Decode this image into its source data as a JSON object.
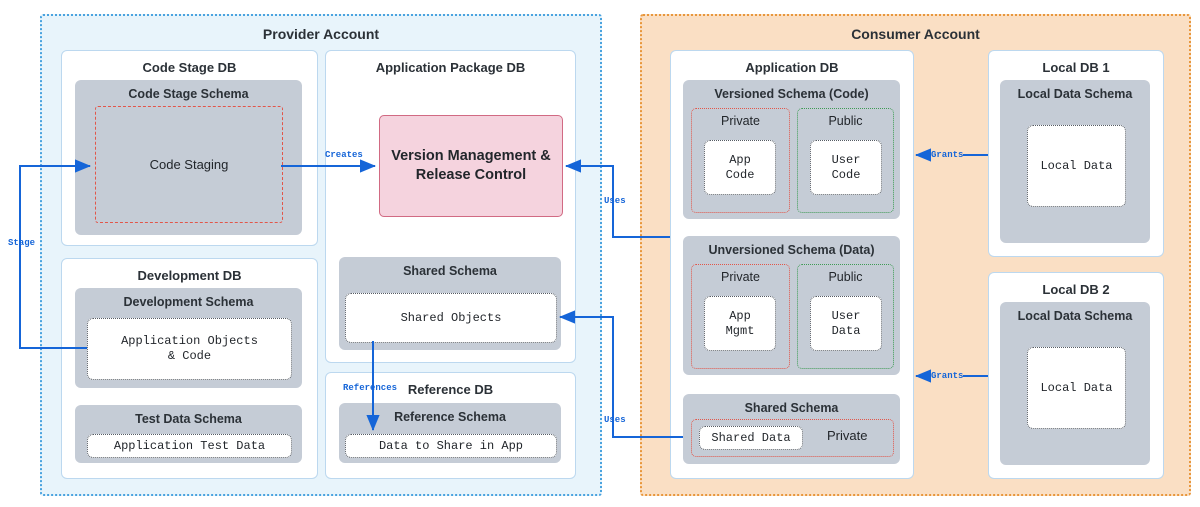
{
  "accounts": {
    "provider": {
      "title": "Provider Account"
    },
    "consumer": {
      "title": "Consumer Account"
    }
  },
  "provider": {
    "code_stage_db": {
      "title": "Code Stage DB",
      "schema": {
        "title": "Code Stage Schema",
        "object": "Code Staging"
      }
    },
    "development_db": {
      "title": "Development DB",
      "dev_schema": {
        "title": "Development Schema",
        "object": "Application Objects\n& Code"
      },
      "test_schema": {
        "title": "Test Data Schema",
        "object": "Application Test Data"
      }
    },
    "app_package_db": {
      "title": "Application Package DB",
      "version_box": "Version Management &\nRelease Control",
      "shared_schema": {
        "title": "Shared Schema",
        "object": "Shared Objects"
      }
    },
    "reference_db": {
      "title": "Reference DB",
      "schema": {
        "title": "Reference Schema",
        "object": "Data to Share in App"
      }
    }
  },
  "consumer": {
    "application_db": {
      "title": "Application DB",
      "versioned_schema": {
        "title": "Versioned Schema (Code)",
        "private": {
          "label": "Private",
          "object": "App\nCode"
        },
        "public": {
          "label": "Public",
          "object": "User\nCode"
        }
      },
      "unversioned_schema": {
        "title": "Unversioned Schema (Data)",
        "private": {
          "label": "Private",
          "object": "App\nMgmt"
        },
        "public": {
          "label": "Public",
          "object": "User\nData"
        }
      },
      "shared_schema": {
        "title": "Shared Schema",
        "object": "Shared Data",
        "private_tag": "Private"
      }
    },
    "local_db_1": {
      "title": "Local DB 1",
      "schema": {
        "title": "Local Data Schema",
        "object": "Local Data"
      }
    },
    "local_db_2": {
      "title": "Local DB 2",
      "schema": {
        "title": "Local Data Schema",
        "object": "Local Data"
      }
    }
  },
  "arrows": {
    "stage": "Stage",
    "creates": "Creates",
    "uses_top": "Uses",
    "uses_bottom": "Uses",
    "references": "References",
    "grants_top": "Grants",
    "grants_bottom": "Grants"
  },
  "colors": {
    "provider_fill": "#e8f4fb",
    "provider_border": "#4aa3df",
    "consumer_fill": "#fadfc4",
    "consumer_border": "#e8973c",
    "schema_fill": "#c5ccd6",
    "version_fill": "#f5d3de",
    "version_border": "#d16a83",
    "arrow": "#1565d8",
    "private_border": "#e2564a",
    "public_border": "#3f9b55"
  }
}
